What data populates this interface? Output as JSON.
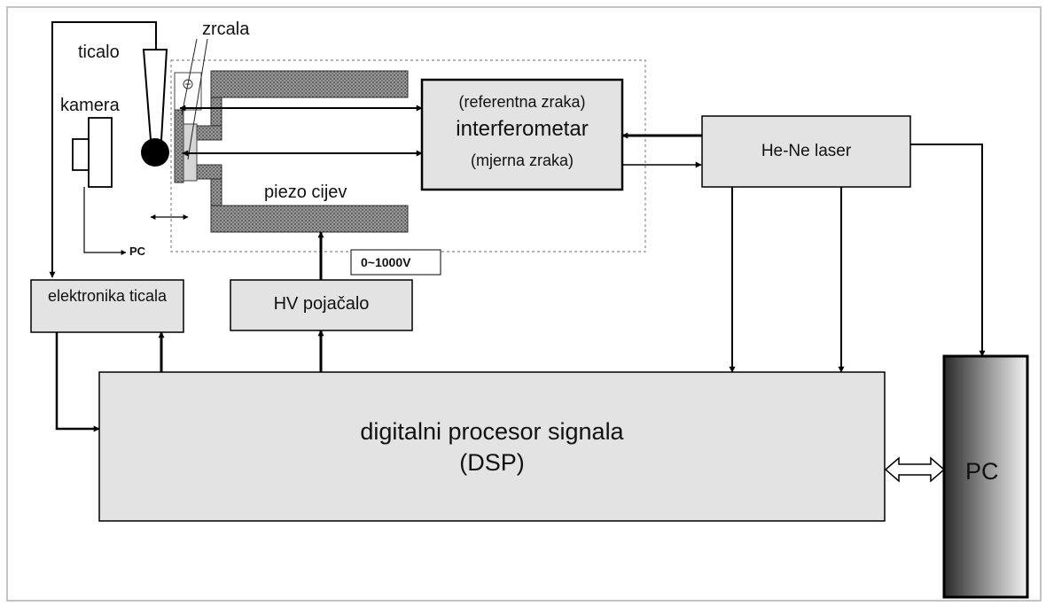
{
  "labels": {
    "ticalo": "ticalo",
    "zrcala": "zrcala",
    "kamera": "kamera",
    "pc_small": "PC",
    "piezo": "piezo cijev",
    "voltage": "0~1000V",
    "ref_beam": "(referentna zraka)",
    "interferometer": "interferometar",
    "meas_beam": "(mjerna zraka)",
    "laser": "He-Ne laser",
    "probe_electronics": "elektronika ticala",
    "hv_amp": "HV pojačalo",
    "dsp_line1": "digitalni procesor signala",
    "dsp_line2": "(DSP)",
    "pc_big": "PC"
  },
  "colors": {
    "box_fill": "#e3e3e3",
    "border_gray": "#bdbdbd",
    "line": "#000000",
    "hatch": "#777777"
  }
}
